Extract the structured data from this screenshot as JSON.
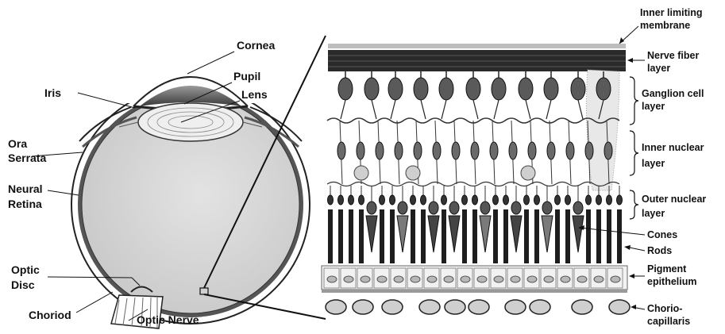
{
  "eye_labels": {
    "cornea": "Cornea",
    "pupil": "Pupil",
    "lens": "Lens",
    "iris": "Iris",
    "ora_serrata": [
      "Ora",
      "Serrata"
    ],
    "neural_retina": [
      "Neural",
      "Retina"
    ],
    "optic_disc": [
      "Optic",
      "Disc"
    ],
    "choroid": "Choriod",
    "optic_nerve": "Optic Nerve"
  },
  "retina_labels": {
    "inner_limiting_membrane": [
      "Inner limiting",
      "membrane"
    ],
    "nerve_fiber_layer": [
      "Nerve fiber",
      "layer"
    ],
    "ganglion_cell_layer": [
      "Ganglion cell",
      "layer"
    ],
    "inner_nuclear_layer": [
      "Inner nuclear",
      "layer"
    ],
    "outer_nuclear_layer": [
      "Outer nuclear",
      "layer"
    ],
    "cones": "Cones",
    "rods": "Rods",
    "pigment_epithelium": [
      "Pigment",
      "epithelium"
    ],
    "choriocapillaris": [
      "Chorio-",
      "capillaris"
    ]
  },
  "colors": {
    "eyeball": "#d6d6d6",
    "retina": "#555555",
    "cornea_dark": "#6b6b6b",
    "nerve_fiber_band": "#2a2a2a",
    "ink": "#111111"
  }
}
